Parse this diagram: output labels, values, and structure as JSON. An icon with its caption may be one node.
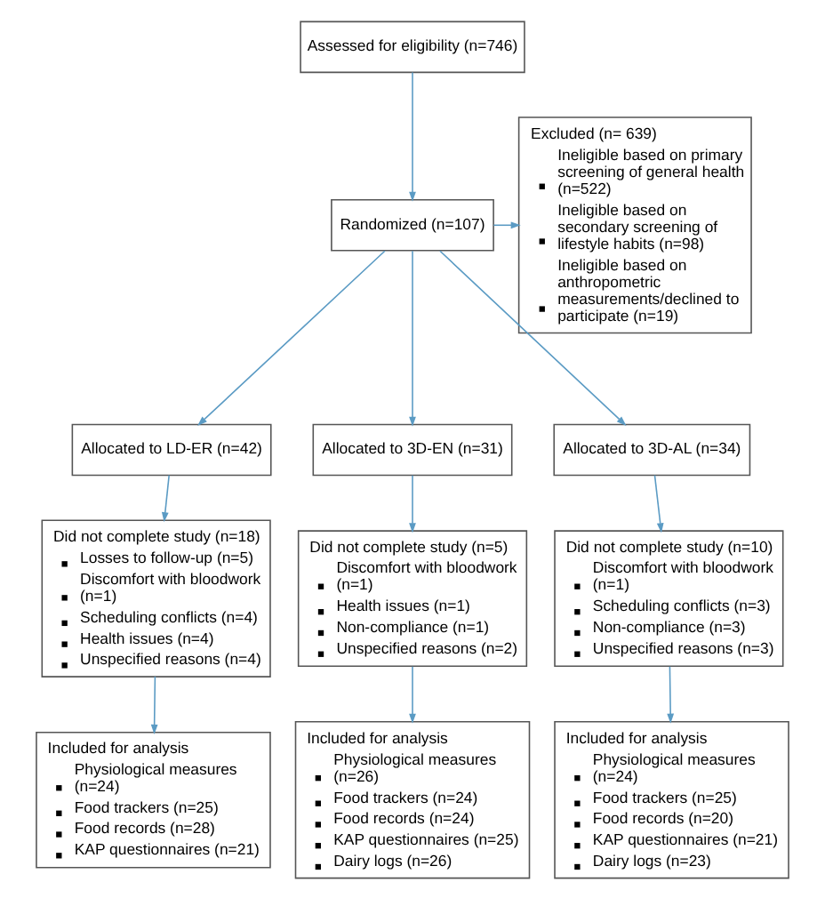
{
  "diagram": {
    "nodes": [
      {
        "text": [
          "Assessed for eligibility (n=746)"
        ]
      },
      {
        "text": [
          "Randomized (n=107)"
        ]
      },
      {
        "text": [
          "Excluded (n= 639)",
          "Ineligible based on primary screening of general health (n=522)",
          "Ineligible based on secondary screening of lifestyle habits (n=98)",
          "Ineligible based on anthropometric measurements/declined to participate (n=19)"
        ]
      },
      {
        "text": [
          "Allocated to LD-ER (n=42)"
        ]
      },
      {
        "text": [
          "Allocated to 3D-EN (n=31)"
        ]
      },
      {
        "text": [
          "Allocated to 3D-AL (n=34)"
        ]
      },
      {
        "text": [
          "Did not complete study (n=18)",
          "Losses to follow-up (n=5)",
          "Discomfort with bloodwork (n=1)",
          "Scheduling conflicts (n=4)",
          "Health issues (n=4)",
          "Unspecified reasons (n=4)"
        ]
      },
      {
        "text": [
          "Did not complete study (n=5)",
          "Discomfort with bloodwork (n=1)",
          "Health issues (n=1)",
          "Non-compliance (n=1)",
          "Unspecified reasons (n=2)"
        ]
      },
      {
        "text": [
          "Did not complete study (n=10)",
          "Discomfort with bloodwork (n=1)",
          "Scheduling conflicts (n=3)",
          "Non-compliance (n=3)",
          "Unspecified reasons (n=3)"
        ]
      },
      {
        "text": [
          "Included for analysis",
          "Physiological measures (n=24)",
          "Food trackers (n=25)",
          "Food records (n=28)",
          "KAP questionnaires (n=21)"
        ]
      },
      {
        "text": [
          "Included for analysis",
          "Physiological measures (n=26)",
          "Food trackers (n=24)",
          "Food records (n=24)",
          "KAP questionnaires (n=25)",
          "Dairy logs (n=26)"
        ]
      },
      {
        "text": [
          "Included for analysis",
          "Physiological measures (n=24)",
          "Food trackers (n=25)",
          "Food records (n=20)",
          "KAP questionnaires (n=21)",
          "Dairy logs (n=23)"
        ]
      }
    ],
    "edges": [
      {
        "from": 0,
        "to": 1,
        "arrow": "to"
      },
      {
        "from": 1,
        "to": 2,
        "arrow": "to"
      },
      {
        "from": 1,
        "to": 3,
        "arrow": "to"
      },
      {
        "from": 1,
        "to": 4,
        "arrow": "to"
      },
      {
        "from": 1,
        "to": 5,
        "arrow": "to"
      },
      {
        "from": 3,
        "to": 6,
        "arrow": "to"
      },
      {
        "from": 4,
        "to": 7,
        "arrow": "to"
      },
      {
        "from": 5,
        "to": 8,
        "arrow": "to"
      },
      {
        "from": 6,
        "to": 9,
        "arrow": "to"
      },
      {
        "from": 7,
        "to": 10,
        "arrow": "to"
      },
      {
        "from": 8,
        "to": 11,
        "arrow": "to"
      }
    ]
  }
}
